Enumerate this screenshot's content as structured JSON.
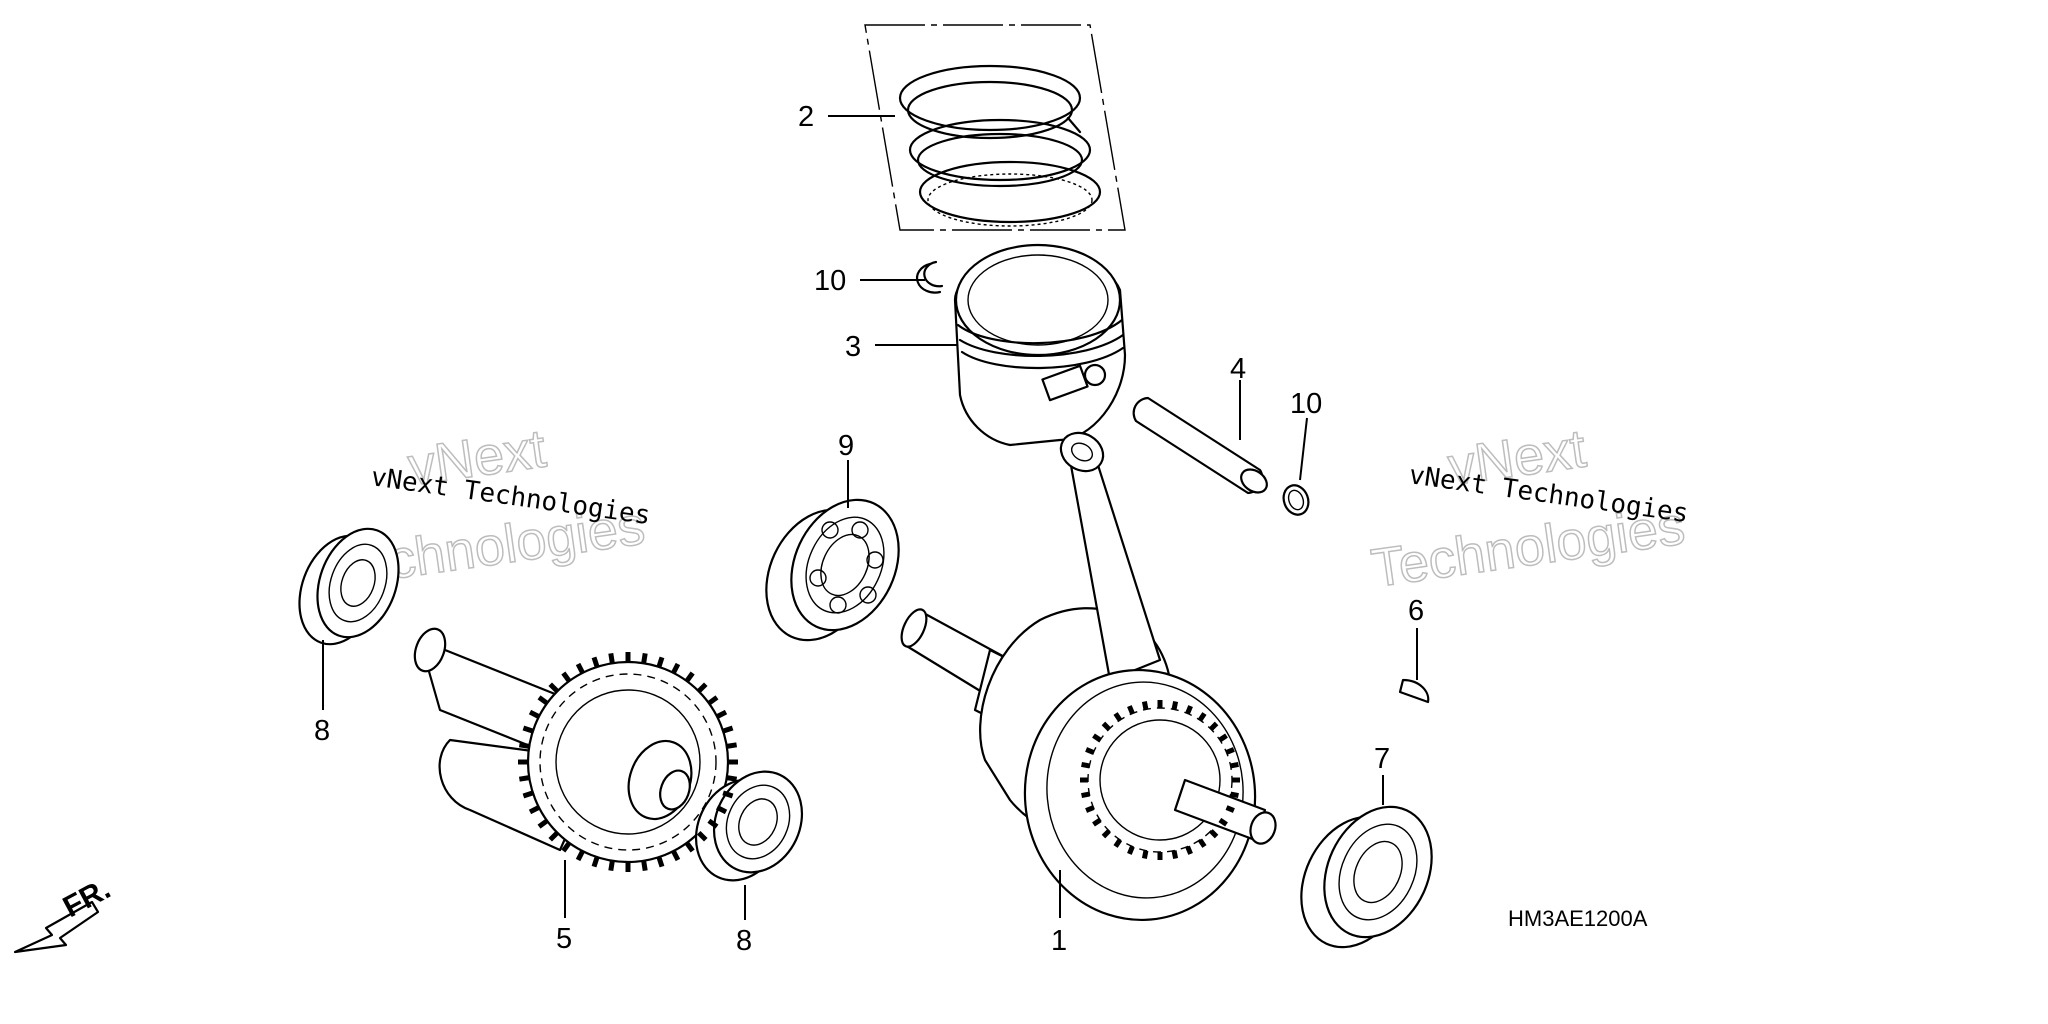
{
  "diagram_code": "HM3AE1200A",
  "direction_label": "FR.",
  "watermark": {
    "line_plain": "vNext Technologies",
    "line_outline_1": "vNext",
    "line_outline_2": "Technologies"
  },
  "callouts": {
    "c1": "1",
    "c2": "2",
    "c3": "3",
    "c4": "4",
    "c5": "5",
    "c6": "6",
    "c7": "7",
    "c8a": "8",
    "c8b": "8",
    "c9": "9",
    "c10a": "10",
    "c10b": "10"
  }
}
